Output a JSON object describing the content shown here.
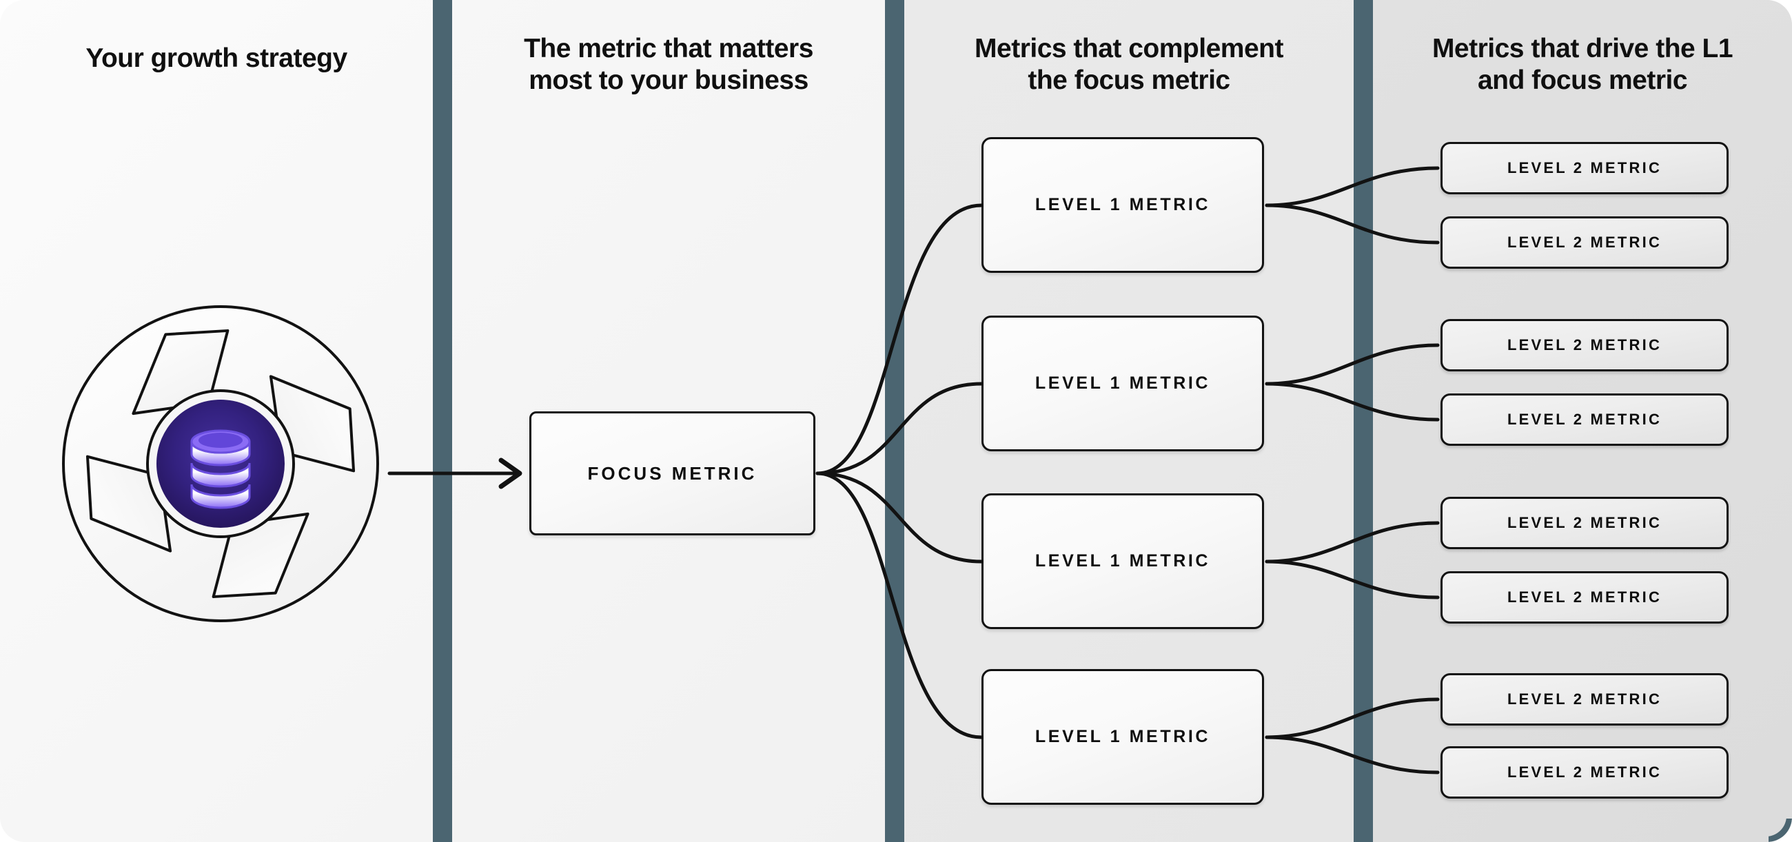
{
  "diagram": {
    "title": "Metrics tree / growth strategy framework",
    "accent_slate": "#4b6571",
    "ink": "#121212"
  },
  "columns": [
    {
      "id": "growth-strategy",
      "header": "Your growth strategy",
      "background": "#f7f7f7"
    },
    {
      "id": "focus-metric",
      "header": "The metric that matters\nmost to your business",
      "background": "#f4f4f4"
    },
    {
      "id": "level-1-metrics",
      "header": "Metrics that complement\nthe focus metric",
      "background": "#e8e8e8"
    },
    {
      "id": "level-2-metrics",
      "header": "Metrics that drive the L1\nand focus metric",
      "background": "#dedede"
    }
  ],
  "headers": {
    "col1": "Your growth strategy",
    "col2_line1": "The metric that matters",
    "col2_line2": "most to your business",
    "col3_line1": "Metrics that complement",
    "col3_line2": "the focus metric",
    "col4_line1": "Metrics that drive the L1",
    "col4_line2": "and focus metric"
  },
  "emblem": {
    "name": "database-aperture-icon",
    "icon": "database-icon",
    "orb_color_outer": "#2b1a6e",
    "orb_color_inner": "#3d2a92",
    "stack_color": "#7c5cf0",
    "stack_highlight": "#c9bbff",
    "petal_fill": "#fbfbfb",
    "stroke": "#121212"
  },
  "focus": {
    "label": "FOCUS METRIC"
  },
  "level1": [
    {
      "label": "LEVEL 1 METRIC"
    },
    {
      "label": "LEVEL 1 METRIC"
    },
    {
      "label": "LEVEL 1 METRIC"
    },
    {
      "label": "LEVEL 1 METRIC"
    }
  ],
  "level2": [
    {
      "label": "LEVEL 2 METRIC"
    },
    {
      "label": "LEVEL 2 METRIC"
    },
    {
      "label": "LEVEL 2 METRIC"
    },
    {
      "label": "LEVEL 2 METRIC"
    },
    {
      "label": "LEVEL 2 METRIC"
    },
    {
      "label": "LEVEL 2 METRIC"
    },
    {
      "label": "LEVEL 2 METRIC"
    },
    {
      "label": "LEVEL 2 METRIC"
    }
  ],
  "connectors": {
    "strategy_to_focus": "arrow",
    "focus_to_level1": "curve-fan",
    "level1_to_level2": "curve-fan"
  }
}
